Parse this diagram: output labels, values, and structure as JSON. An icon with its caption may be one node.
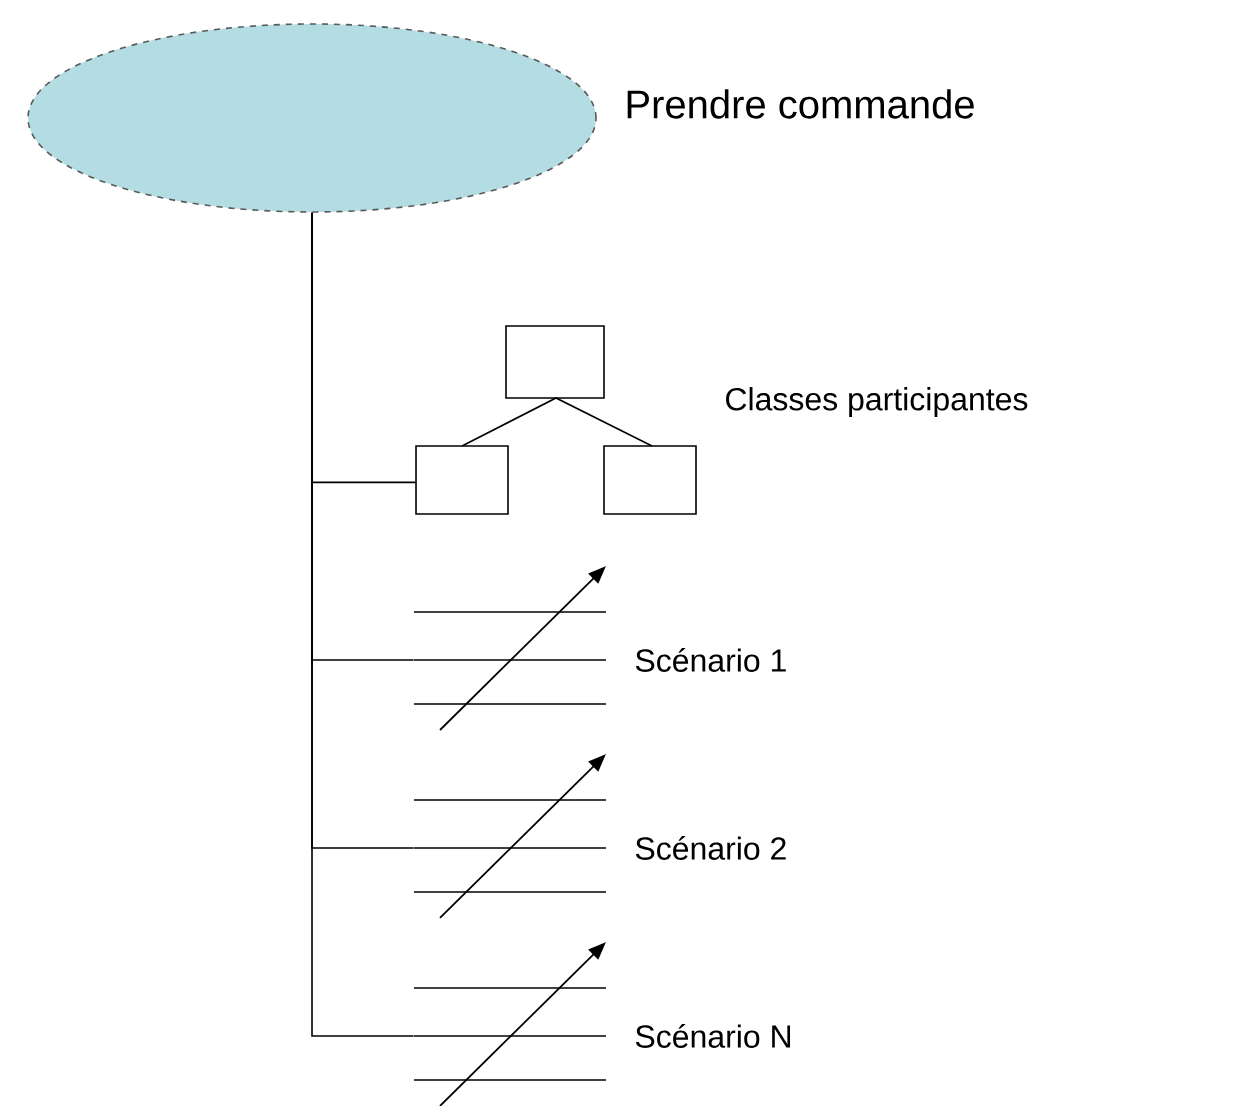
{
  "diagram": {
    "nodes": [
      {
        "text": [
          "Prendre commande"
        ]
      },
      {
        "text": [],
        "shape": "picture",
        "beside": [
          "Classes participantes"
        ]
      },
      {
        "text": [],
        "shape": "picture",
        "beside": [
          "Scénario 1"
        ]
      },
      {
        "text": [],
        "shape": "picture",
        "beside": [
          "Scénario 2"
        ]
      },
      {
        "text": [],
        "shape": "picture",
        "beside": [
          "Scénario N"
        ]
      }
    ],
    "edges": [
      {
        "from": 0,
        "to": 1,
        "arrow": "none"
      },
      {
        "from": 0,
        "to": 2,
        "arrow": "none"
      },
      {
        "from": 0,
        "to": 3,
        "arrow": "none"
      },
      {
        "from": 0,
        "to": 4,
        "arrow": "none"
      }
    ]
  }
}
